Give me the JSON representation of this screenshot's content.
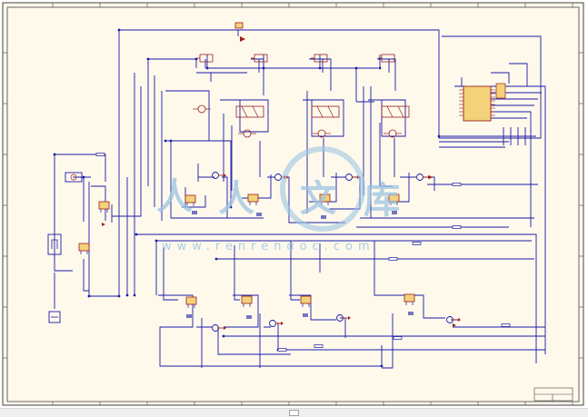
{
  "colors": {
    "sheet_background": "#fff9ec",
    "wire": "#1a1aa8",
    "component": "#9a1f1f",
    "component_fill": "#f4d27a",
    "watermark": "#9cc4e2"
  },
  "watermark": {
    "cjk_1": "人",
    "cjk_2": "人",
    "cjk_3": "文",
    "cjk_4": "库",
    "url": "www.renrendoc.com"
  },
  "icons": [
    "zoom-button-icon"
  ]
}
